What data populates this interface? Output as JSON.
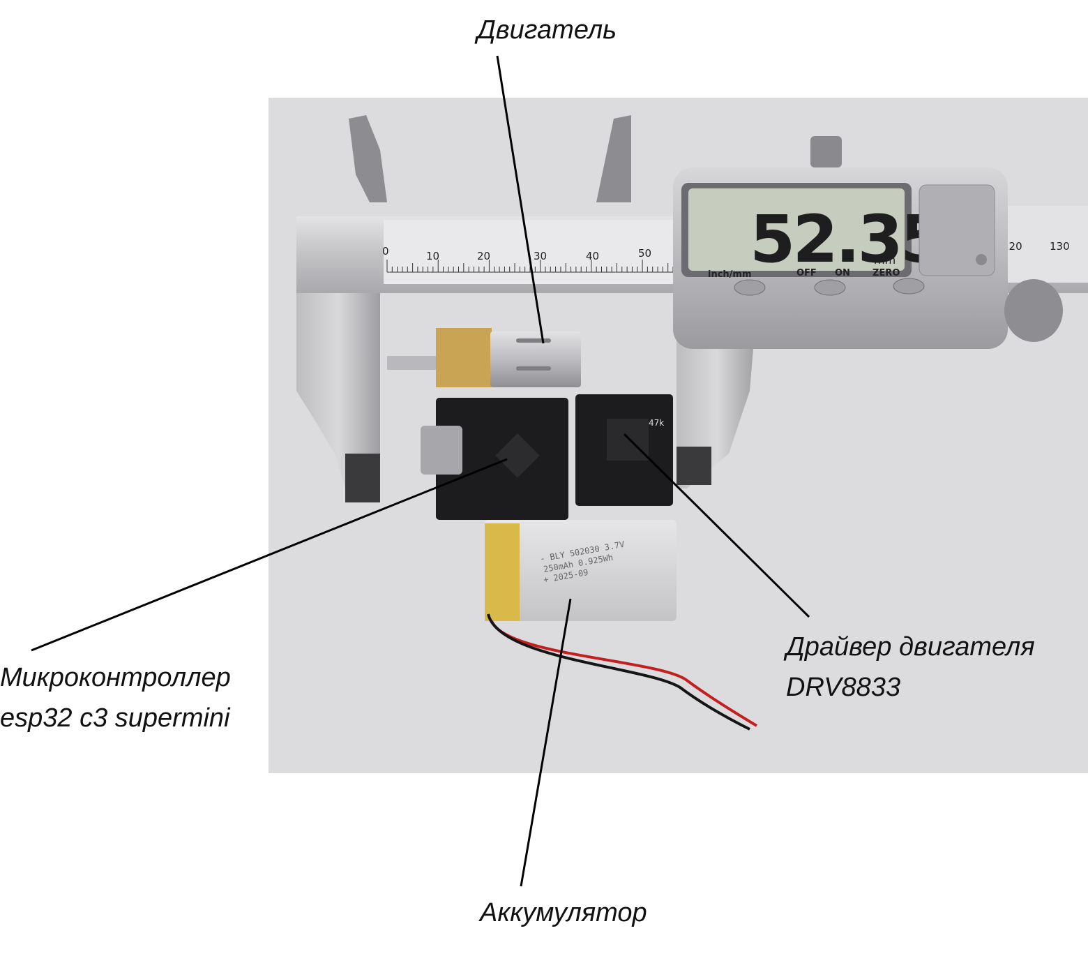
{
  "labels": {
    "motor": "Двигатель",
    "mcu_line1": "Микроконтроллер",
    "mcu_line2": "esp32 c3 supermini",
    "driver_line1": "Драйвер двигателя",
    "driver_line2": "DRV8833",
    "battery": "Аккумулятор"
  },
  "caliper": {
    "display_value": "52.35",
    "display_unit": "mm",
    "button_labels": [
      "inch/mm",
      "OFF",
      "ON",
      "ZERO"
    ],
    "scale_numbers": [
      "0",
      "10",
      "20",
      "30",
      "40",
      "50"
    ],
    "right_scale_numbers": [
      "120",
      "130"
    ]
  },
  "battery": {
    "printed_lines": [
      "- BLY 502030 3.7V",
      "250mAh 0.925Wh",
      "+ 2025-09"
    ]
  },
  "driver_board": {
    "printed_text": "47k"
  },
  "colors": {
    "background": "#ffffff",
    "photo_background": "#dcdcde",
    "steel": "#c9c9cb",
    "lcd": "#c6cdbe",
    "pcb": "#1c1c1e",
    "brass": "#c9a455",
    "battery_wrap": "#d9b949",
    "leader_line": "#000000"
  }
}
